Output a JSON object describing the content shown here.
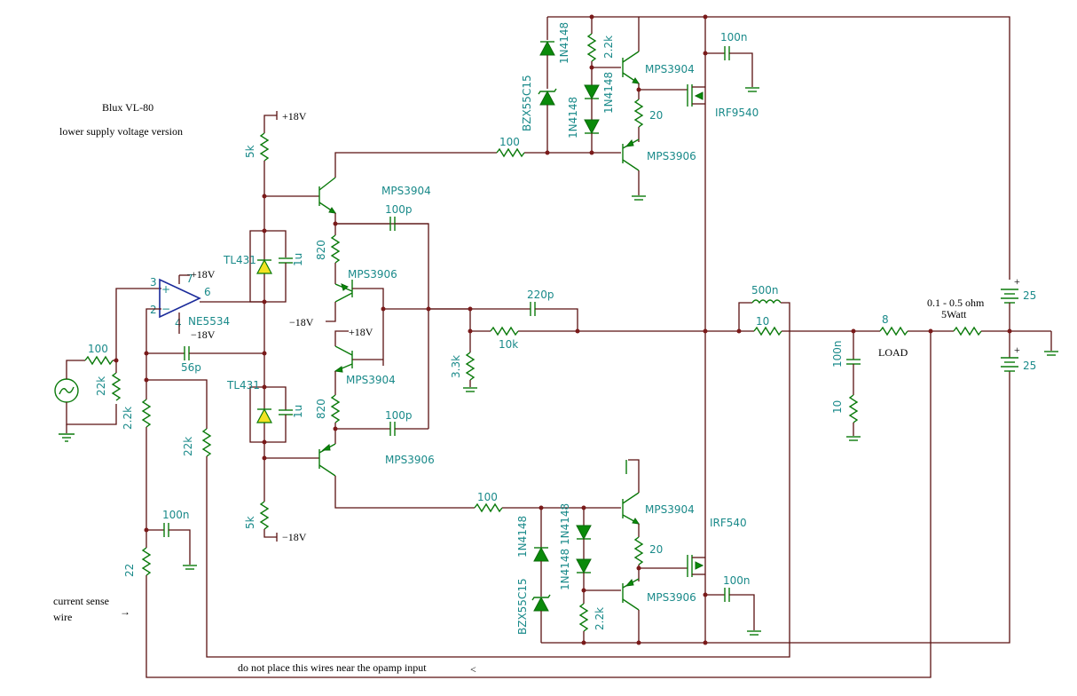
{
  "title": "Blux VL-80",
  "subtitle": "lower supply voltage version",
  "notes": {
    "current_sense": "current sense\nwire",
    "current_sense_line1": "current sense",
    "current_sense_line2": "wire",
    "no_place": "do not place this wires near the opamp input",
    "arrow_left": "<",
    "arrow_right": "→"
  },
  "rails": {
    "pos18_top": "+18V",
    "neg18_bot": "−18V",
    "op_pos": "+18V",
    "op_neg": "−18V",
    "mid_neg": "−18V",
    "mid_pos": "+18V"
  },
  "opamp": {
    "name": "NE5534",
    "pin3": "3",
    "pin2": "2",
    "pin6": "6",
    "pin7": "7",
    "pin4": "4"
  },
  "components": {
    "r_5k_top": "5k",
    "r_5k_bot": "5k",
    "tl431_top": "TL431",
    "tl431_bot": "TL431",
    "c_1u_top": "1u",
    "c_1u_bot": "1u",
    "r_820_top": "820",
    "r_820_bot": "820",
    "q_mps3904_a": "MPS3904",
    "q_mps3906_a": "MPS3906",
    "q_mps3904_b": "MPS3904",
    "q_mps3906_b": "MPS3906",
    "c_100p_top": "100p",
    "c_100p_bot": "100p",
    "c_220p": "220p",
    "r_10k": "10k",
    "r_3k3": "3.3k",
    "r_100_in": "100",
    "r_22k_in": "22k",
    "c_56p": "56p",
    "r_2k2_fb": "2.2k",
    "r_22k_fb": "22k",
    "c_100n_fb": "100n",
    "r_22_fb": "22",
    "r_100_top_gate": "100",
    "r_100_bot_gate": "100",
    "zener_top": "BZX55C15",
    "zener_bot": "BZX55C15",
    "d_1n4148_top1": "1N4148",
    "d_1n4148_top2": "1N4148",
    "d_1n4148_top3": "1N4148",
    "d_1n4148_bot1": "1N4148",
    "d_1n4148_bot2": "1N4148",
    "d_1n4148_bot3": "1N4148",
    "r_2k2_top": "2.2k",
    "r_2k2_bot": "2.2k",
    "q_top_mps3904": "MPS3904",
    "q_top_mps3906": "MPS3906",
    "q_bot_mps3904": "MPS3904",
    "q_bot_mps3906": "MPS3906",
    "r_20_top": "20",
    "r_20_bot": "20",
    "mos_top": "IRF9540",
    "mos_bot": "IRF540",
    "c_100n_top": "100n",
    "c_100n_bot": "100n",
    "r_500n": "500n",
    "r_10_out": "10",
    "r_8_load": "8",
    "load_label": "LOAD",
    "c_100n_zobel": "100n",
    "r_10_zobel": "10",
    "sense_label_1": "0.1 - 0.5 ohm",
    "sense_label_2": "5Watt",
    "bat_top": "25",
    "bat_bot": "25",
    "plus_sign": "+"
  }
}
